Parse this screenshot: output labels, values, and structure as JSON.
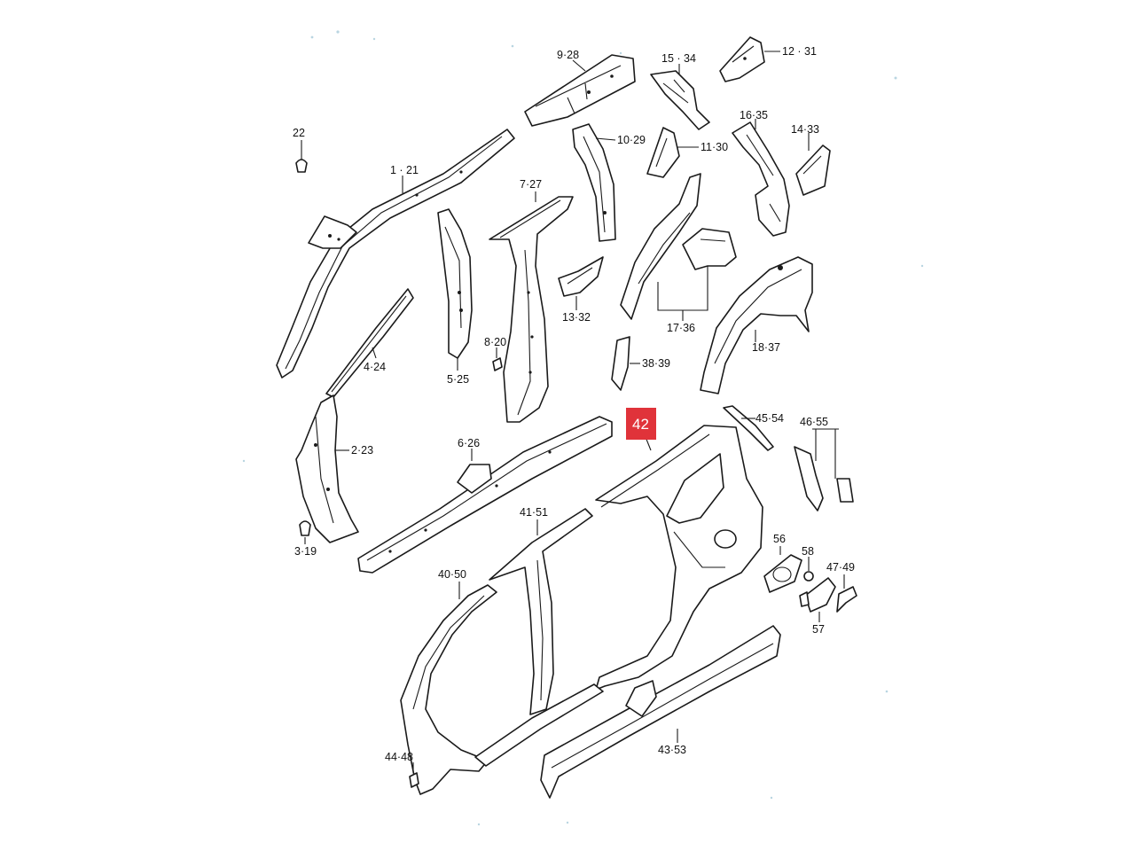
{
  "diagram": {
    "highlight_label": "42",
    "highlight_color": "#e0333a",
    "line_color": "#1a1a1a",
    "callouts": {
      "p9_28": "9·28",
      "p15_34": "15 · 34",
      "p12_31": "12 · 31",
      "p22": "22",
      "p1_21": "1 · 21",
      "p16_35": "16·35",
      "p14_33": "14·33",
      "p10_29": "10·29",
      "p11_30": "11·30",
      "p7_27": "7·27",
      "p13_32": "13·32",
      "p17_36": "17·36",
      "p8_20": "8·20",
      "p4_24": "4·24",
      "p5_25": "5·25",
      "p38_39": "38·39",
      "p18_37": "18·37",
      "p2_23": "2·23",
      "p6_26": "6·26",
      "p45_54": "45·54",
      "p46_55": "46·55",
      "p41_51": "41·51",
      "p3_19": "3·19",
      "p56": "56",
      "p58": "58",
      "p47_49": "47·49",
      "p40_50": "40·50",
      "p57": "57",
      "p44_48": "44·48",
      "p43_53": "43·53"
    }
  }
}
